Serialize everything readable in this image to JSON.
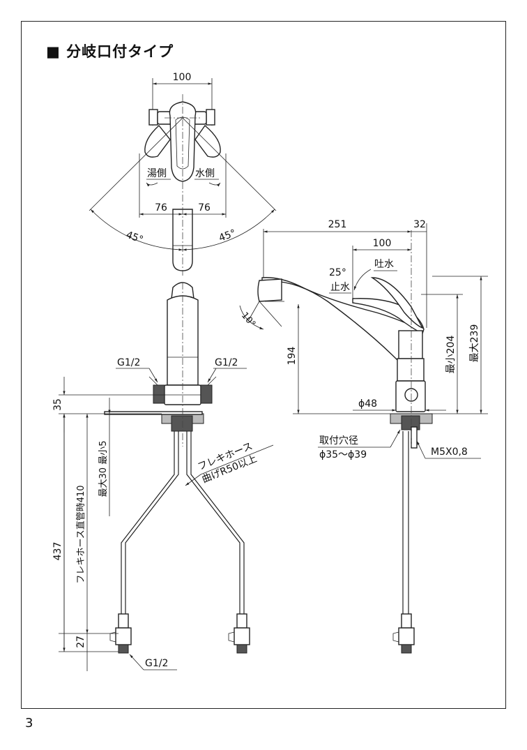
{
  "title": "■ 分岐口付タイプ",
  "page_number": "3",
  "top_view": {
    "width": "100",
    "hot_side": "湯側",
    "cold_side": "水側",
    "left_offset": "76",
    "right_offset": "76",
    "left_angle": "45°",
    "right_angle": "45°"
  },
  "front_view": {
    "left_port": "G1/2",
    "right_port": "G1/2",
    "port_height": "35",
    "counter_range": "最大30 最小5",
    "total_height": "437",
    "hose_length": "フレキホース直管時410",
    "hose_note_line1": "フレキホース",
    "hose_note_line2": "曲げR50以上",
    "end_height": "27",
    "end_thread": "G1/2"
  },
  "side_view": {
    "reach": "251",
    "back": "32",
    "lever_offset": "100",
    "spout_angle": "10°",
    "lever_angle": "25°",
    "spout_label": "吐水",
    "stop_label": "止水",
    "spout_height": "194",
    "min_height": "最小204",
    "max_height": "最大239",
    "body_diameter": "ϕ48",
    "hole_label": "取付穴径",
    "hole_range": "ϕ35～ϕ39",
    "screw": "M5X0,8"
  }
}
